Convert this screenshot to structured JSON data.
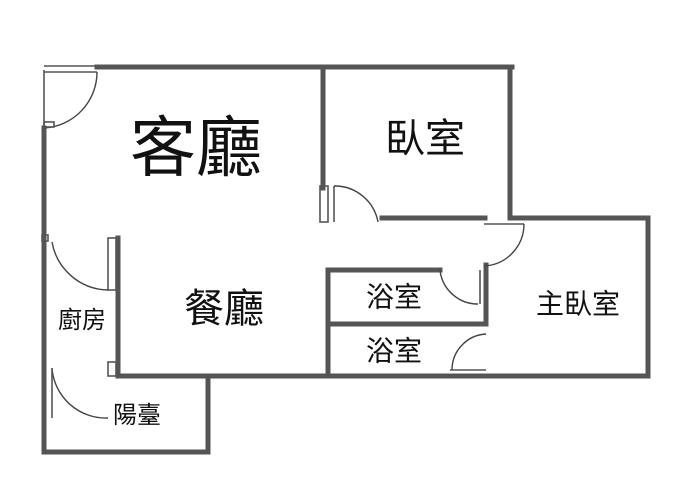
{
  "rooms": {
    "living": "客廳",
    "bedroom": "臥室",
    "dining": "餐廳",
    "kitchen": "廚房",
    "bath1": "浴室",
    "bath2": "浴室",
    "master": "主臥室",
    "balcony": "陽臺"
  },
  "colors": {
    "wall": "#555555",
    "text": "#111111",
    "background": "#ffffff"
  }
}
